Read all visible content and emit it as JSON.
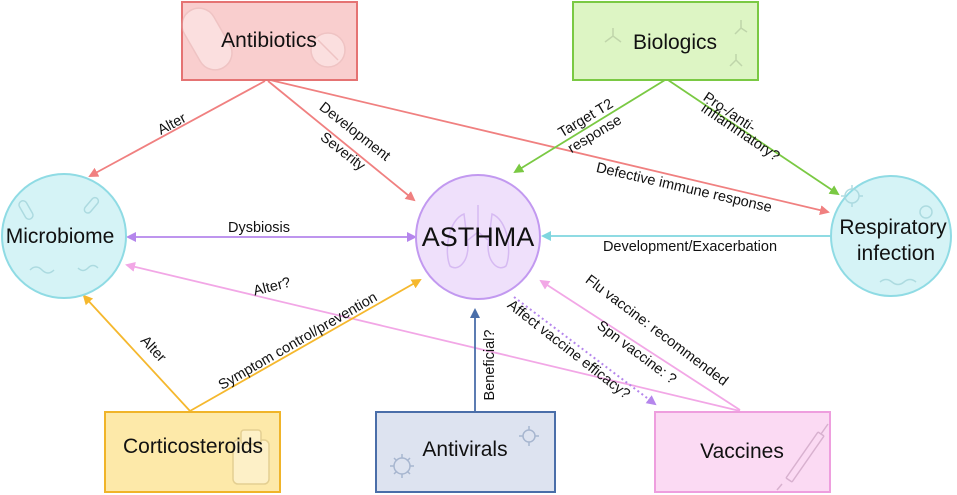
{
  "colors": {
    "antibiotics_fill": "#f9cece",
    "antibiotics_stroke": "#e57373",
    "biologics_fill": "#ddf5c4",
    "biologics_stroke": "#7ac943",
    "corticosteroids_fill": "#fde9a9",
    "corticosteroids_stroke": "#f0b429",
    "antivirals_fill": "#dde3f0",
    "antivirals_stroke": "#4a6ea9",
    "vaccines_fill": "#fbdaf3",
    "vaccines_stroke": "#ee9ede",
    "microbiome_fill": "#d5f3f6",
    "microbiome_stroke": "#8fdbe4",
    "respiratory_fill": "#d5f3f6",
    "respiratory_stroke": "#8fdbe4",
    "asthma_fill": "#efe0fb",
    "asthma_stroke": "#c299f0",
    "edge_antibiotics": "#f08080",
    "edge_biologics": "#7ac943",
    "edge_corticosteroids": "#f5b82e",
    "edge_antivirals": "#4a6ea9",
    "edge_dysbiosis": "#b586ec",
    "edge_respiratory": "#7fd6df",
    "edge_vaccines": "#f2a7e6",
    "edge_alter_q": "#f2a7e6"
  },
  "icons": [
    "pill-icon",
    "antibody-icon",
    "bacteria-icon",
    "virus-icon",
    "lungs-icon",
    "inhaler-icon",
    "syringe-icon"
  ],
  "nodes": {
    "antibiotics": "Antibiotics",
    "biologics": "Biologics",
    "microbiome": "Microbiome",
    "asthma": "ASTHMA",
    "respiratory_line1": "Respiratory",
    "respiratory_line2": "infection",
    "corticosteroids": "Corticosteroids",
    "antivirals": "Antivirals",
    "vaccines": "Vaccines"
  },
  "edges": {
    "alter_antibiotics": "Alter",
    "development": "Development",
    "severity": "Severity",
    "target_t2_line1": "Target T2",
    "target_t2_line2": "response",
    "pro_anti_line1": "Pro-/anti-",
    "pro_anti_line2": "inflammatory?",
    "defective_immune": "Defective immune  response",
    "dysbiosis": "Dysbiosis",
    "development_exacerbation": "Development/Exacerbation",
    "alter_q": "Alter?",
    "alter_corticosteroids": "Alter",
    "symptom_control": "Symptom control/prevention",
    "beneficial": "Beneficial?",
    "affect_vaccine": "Affect vaccine efficacy?",
    "flu_vaccine": "Flu vaccine: recommended",
    "spn_vaccine": "Spn vaccine: ?"
  }
}
